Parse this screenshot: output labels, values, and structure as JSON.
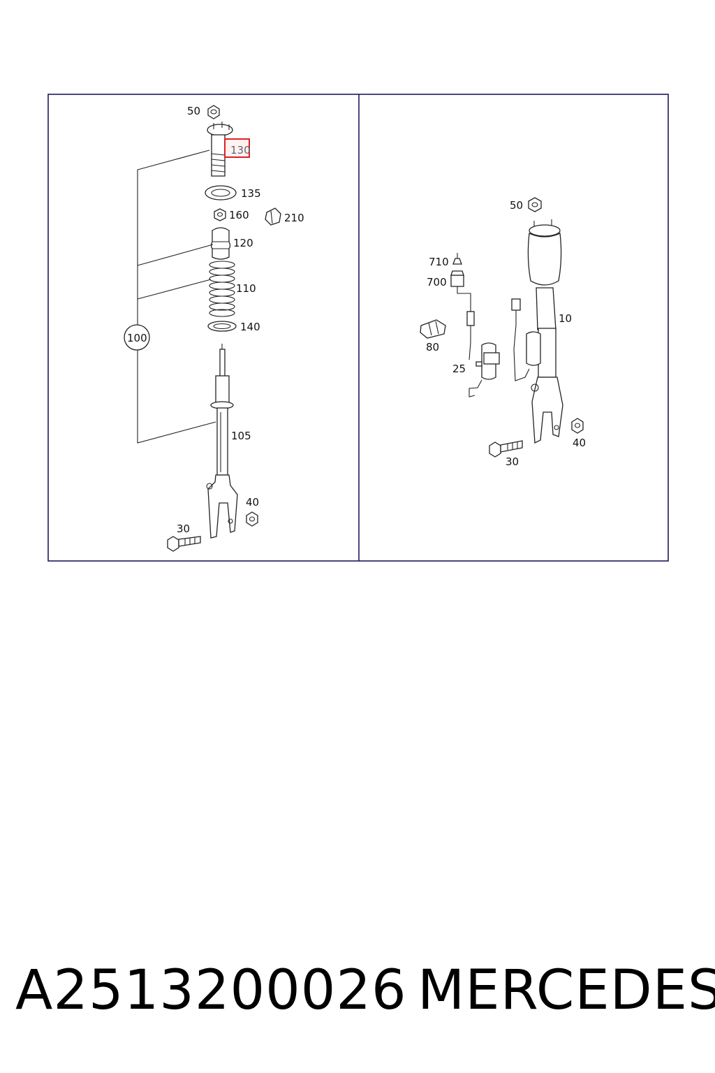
{
  "diagram": {
    "left_panel": {
      "callouts": {
        "c50": "50",
        "c130": "130",
        "c135": "135",
        "c160": "160",
        "c210": "210",
        "c120": "120",
        "c110": "110",
        "c140": "140",
        "c100": "100",
        "c105": "105",
        "c40": "40",
        "c30": "30"
      },
      "highlighted_callout": "130",
      "highlight_color": "#e02020"
    },
    "right_panel": {
      "callouts": {
        "c50": "50",
        "c710": "710",
        "c700": "700",
        "c10": "10",
        "c80": "80",
        "c25": "25",
        "c40": "40",
        "c30": "30"
      }
    },
    "frame_color": "#1a1a5e"
  },
  "footer": {
    "part_number": "A2513200026",
    "brand": "MERCEDES"
  }
}
